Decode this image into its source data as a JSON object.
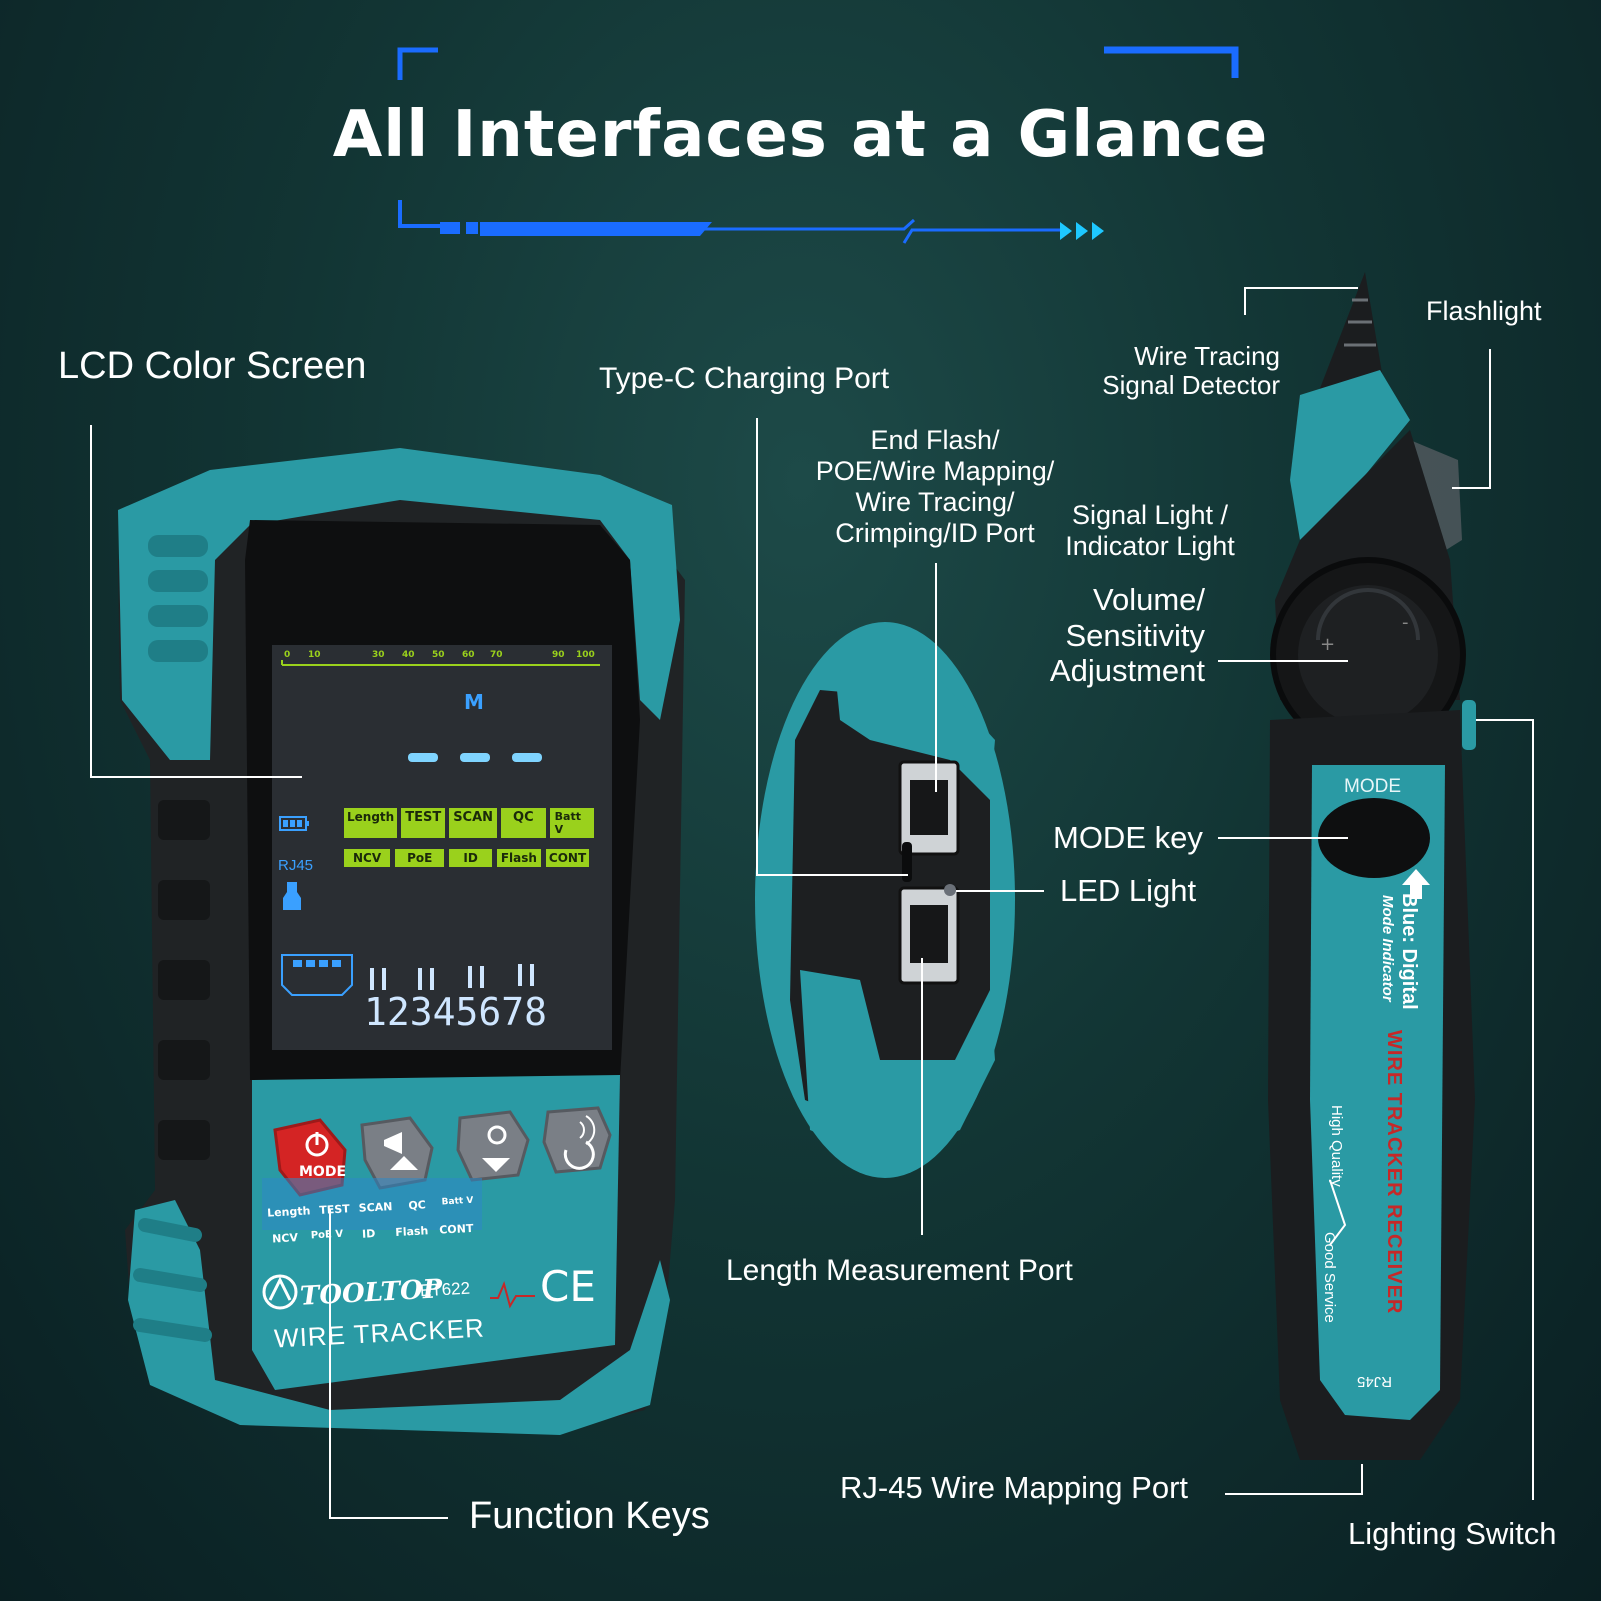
{
  "title": "All Interfaces at a Glance",
  "labels": {
    "lcd_screen": "LCD Color Screen",
    "type_c": "Type-C Charging Port",
    "end_flash": [
      "End Flash/",
      "POE/Wire Mapping/",
      "Wire Tracing/",
      "Crimping/ID Port"
    ],
    "wire_tracing": [
      "Wire Tracing",
      "Signal Detector"
    ],
    "flashlight": "Flashlight",
    "signal_light": [
      "Signal Light /",
      "Indicator Light"
    ],
    "volume": [
      "Volume/",
      "Sensitivity",
      "Adjustment"
    ],
    "mode_key": "MODE key",
    "led_light": "LED Light",
    "length_port": "Length Measurement Port",
    "function_keys": "Function Keys",
    "rj45_port": "RJ-45 Wire Mapping Port",
    "lighting_switch": "Lighting Switch"
  },
  "device": {
    "scale_ticks": [
      "0",
      "10",
      "30",
      "40",
      "50",
      "60",
      "70",
      "90",
      "100"
    ],
    "mode_letter": "M",
    "screen_modes_row1": [
      "Length",
      "TEST",
      "SCAN",
      "QC",
      "Batt V"
    ],
    "screen_modes_row2": [
      "NCV",
      "PoE",
      "ID",
      "Flash",
      "CONT"
    ],
    "rj45_label": "RJ45",
    "pin_numbers": "12345678",
    "mode_button": "MODE",
    "panel_modes_row1": [
      "Length",
      "TEST",
      "SCAN",
      "QC",
      "Batt V"
    ],
    "panel_modes_row2": [
      "NCV",
      "PoE V",
      "ID",
      "Flash",
      "CONT"
    ],
    "brand": "TOOLTOP",
    "model": "ET622",
    "ce_mark": "CE",
    "product_name": "WIRE TRACKER"
  },
  "receiver": {
    "mode_label": "MODE",
    "mode_indicator": "Mode Indicator",
    "blue_digital": "Blue: Digital",
    "name": "WIRE TRACKER RECEIVER",
    "high_quality": "High Quality",
    "good_service": "Good Service",
    "rj45": "RJ45"
  },
  "colors": {
    "teal": "#2a9aa4",
    "accent_blue": "#1a6cff",
    "screen_green": "#9ad11c",
    "mode_red": "#d42424"
  }
}
